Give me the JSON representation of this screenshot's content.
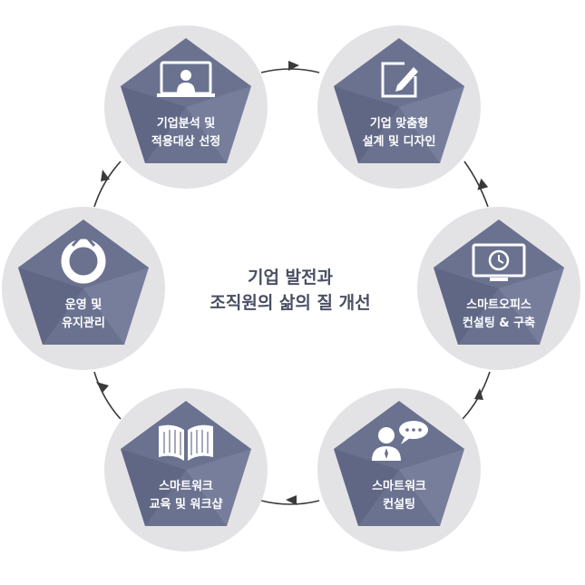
{
  "center": {
    "line1": "기업 발전과",
    "line2": "조직원의 삶의 질 개선"
  },
  "steps": [
    {
      "line1": "기업분석 및",
      "line2": "적용대상 선정",
      "icon": "presenter-screen-icon"
    },
    {
      "line1": "기업 맞춤형",
      "line2": "설계 및 디자인",
      "icon": "edit-pencil-icon"
    },
    {
      "line1": "스마트오피스",
      "line2": "컨설팅 & 구축",
      "icon": "monitor-clock-icon"
    },
    {
      "line1": "스마트워크",
      "line2": "컨설팅",
      "icon": "consultant-chat-icon"
    },
    {
      "line1": "스마트워크",
      "line2": "교육 및 워크샵",
      "icon": "open-book-icon"
    },
    {
      "line1": "운영 및",
      "line2": "유지관리",
      "icon": "ring-maintenance-icon"
    }
  ],
  "colors": {
    "circle": "#e3e3e6",
    "pentagon": "#6a7290",
    "pentagon_dark": "#555c78",
    "pentagon_light": "#8189a5",
    "arrow": "#3a3a3a",
    "center_text": "#4a4f63"
  }
}
